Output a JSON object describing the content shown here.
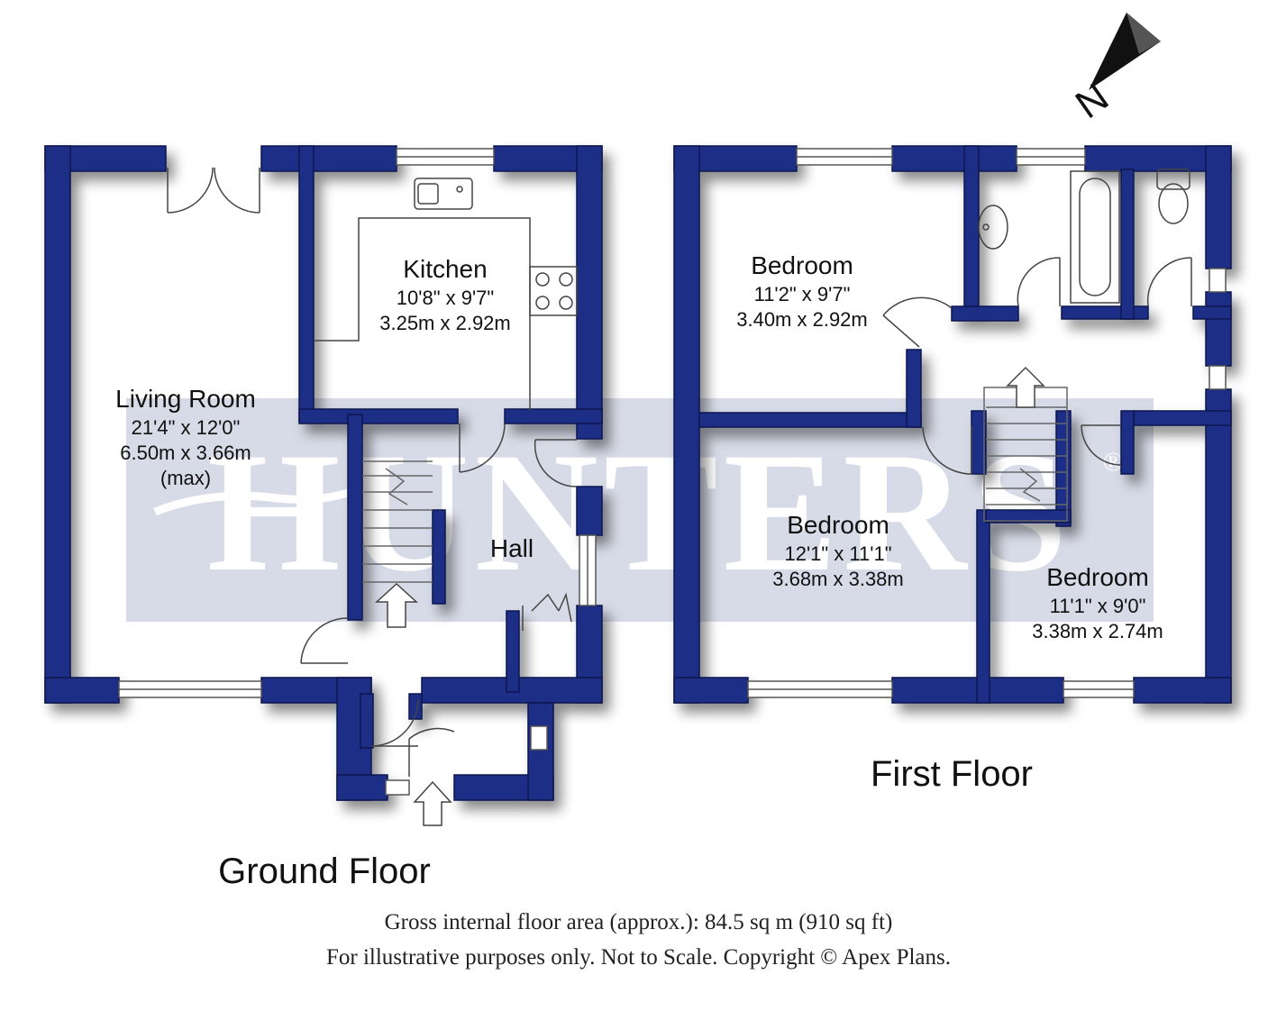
{
  "watermark": {
    "brand": "HUNTERS",
    "registered_mark": "®"
  },
  "compass": {
    "letter": "N"
  },
  "ground_floor": {
    "title": "Ground Floor",
    "rooms": {
      "living_room": {
        "name": "Living Room",
        "imperial": "21'4\" x 12'0\"",
        "metric": "6.50m x 3.66m",
        "note": "(max)"
      },
      "kitchen": {
        "name": "Kitchen",
        "imperial": "10'8\" x 9'7\"",
        "metric": "3.25m x 2.92m"
      },
      "hall": {
        "name": "Hall"
      }
    }
  },
  "first_floor": {
    "title": "First Floor",
    "rooms": {
      "bedroom_1": {
        "name": "Bedroom",
        "imperial": "11'2\" x 9'7\"",
        "metric": "3.40m x 2.92m"
      },
      "bedroom_2": {
        "name": "Bedroom",
        "imperial": "12'1\" x 11'1\"",
        "metric": "3.68m x 3.38m"
      },
      "bedroom_3": {
        "name": "Bedroom",
        "imperial": "11'1\" x 9'0\"",
        "metric": "3.38m x 2.74m"
      }
    }
  },
  "footer": {
    "area": "Gross internal floor area (approx.): 84.5 sq m (910 sq ft)",
    "disclaimer": "For illustrative purposes only. Not to Scale. Copyright © Apex Plans."
  },
  "colors": {
    "wall": "#1c2f86",
    "wall_edge": "#0c1650",
    "watermark_band": "#c9cfdf",
    "watermark_text": "#ffffff",
    "fixture_line": "#444444"
  }
}
